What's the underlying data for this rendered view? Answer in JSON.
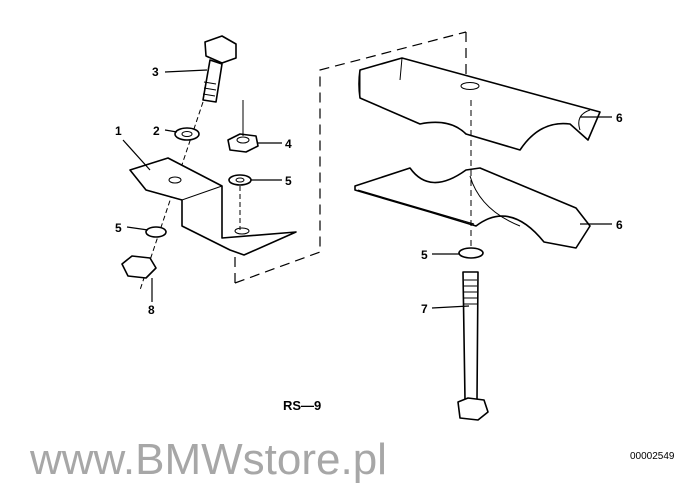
{
  "diagram": {
    "callouts": [
      "1",
      "2",
      "3",
      "4",
      "5",
      "5",
      "5",
      "6",
      "6",
      "7",
      "8"
    ],
    "title": "RS—9",
    "code": "00002549",
    "watermark": "www.BMWstore.pl"
  }
}
